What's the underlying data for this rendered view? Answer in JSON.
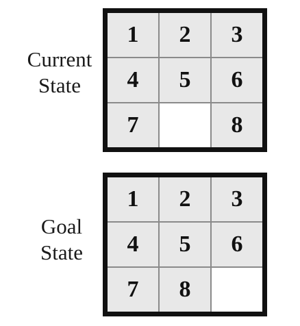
{
  "current": {
    "label_lines": [
      "Current",
      "State"
    ],
    "tiles": [
      "1",
      "2",
      "3",
      "4",
      "5",
      "6",
      "7",
      "",
      "8"
    ]
  },
  "goal": {
    "label_lines": [
      "Goal",
      "State"
    ],
    "tiles": [
      "1",
      "2",
      "3",
      "4",
      "5",
      "6",
      "7",
      "8",
      ""
    ]
  }
}
